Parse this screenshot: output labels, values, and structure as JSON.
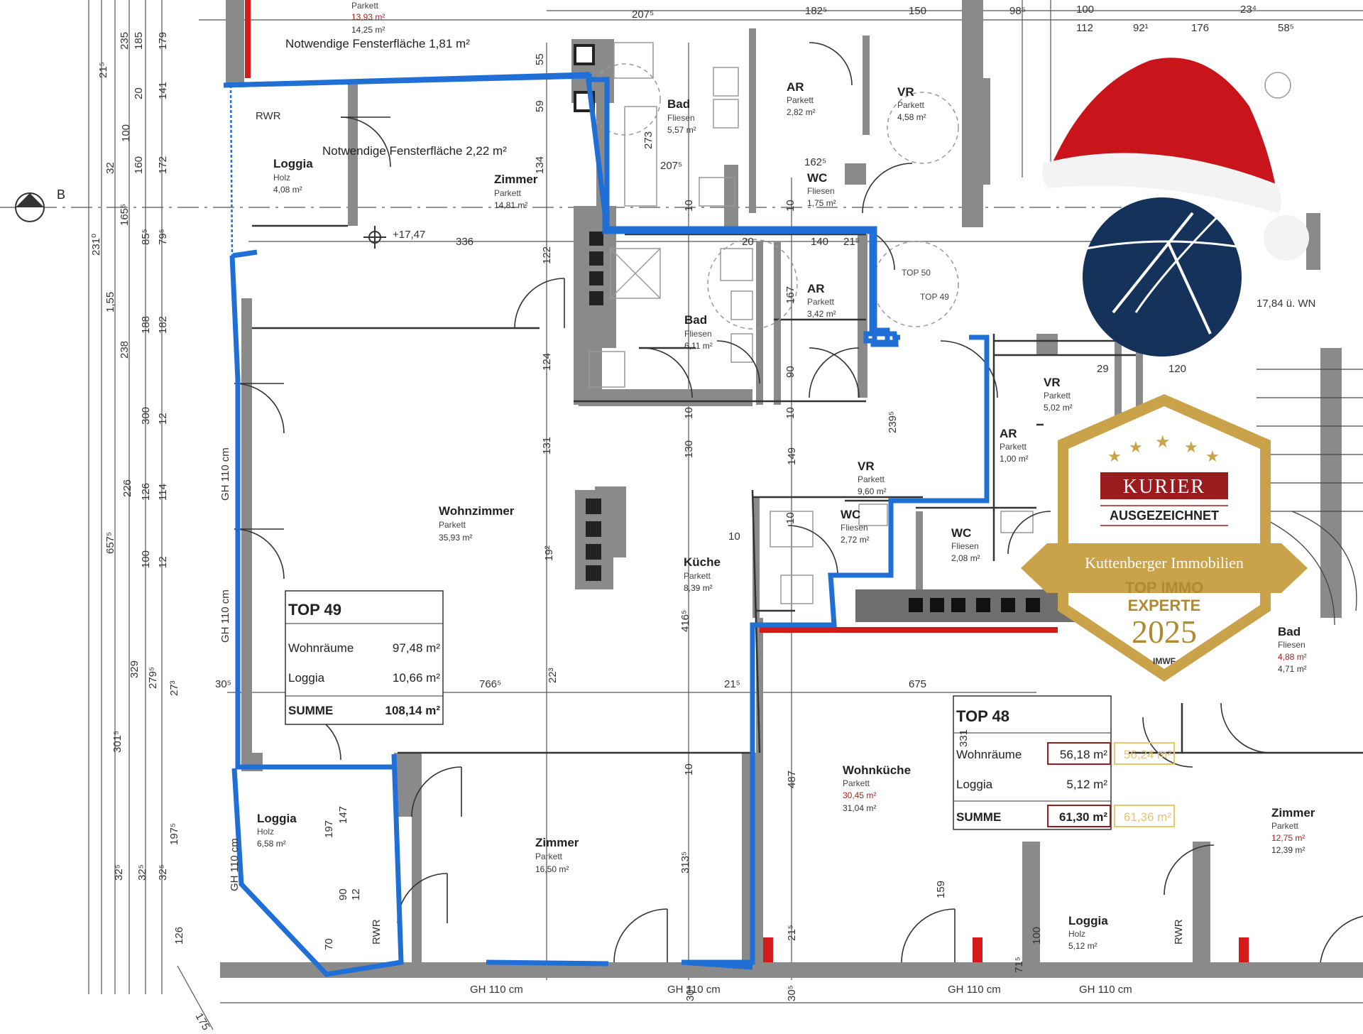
{
  "colors": {
    "outline_blue": "#1f6fd6",
    "wall_gray": "#8a8a8a",
    "red_mark": "#d41b1b",
    "logo_navy": "#14325a",
    "hat_red": "#c8141a",
    "badge_gold": "#c9a24a",
    "badge_red": "#9b1c1f"
  },
  "notes": {
    "window_area_top": "Notwendige Fensterfläche 1,81 m²",
    "window_area_loggia": "Notwendige Fensterfläche 2,22 m²",
    "rwr_top": "RWR",
    "rwr_bottom": "RWR",
    "rwr_right": "RWR",
    "height_mark": "+17,47",
    "top50": "TOP 50",
    "top49_small": "TOP 49",
    "wn_mark": "17,84 ü. WN",
    "section_b": "B",
    "gh1": "GH 110 cm",
    "gh2": "GH 110 cm",
    "gh3": "GH 110 cm",
    "gh4": "GH 110 cm",
    "gh_left1": "GH 110 cm",
    "gh_left2": "GH 110 cm",
    "gh_left3": "GH 110 cm"
  },
  "rooms": [
    {
      "id": "loggia-top",
      "name": "Loggia",
      "floor": "Holz",
      "area": "4,08 m²"
    },
    {
      "id": "zimmer-top",
      "name": "Zimmer",
      "floor": "Parkett",
      "area": "14,81 m²"
    },
    {
      "id": "bad-top",
      "name": "Bad",
      "floor": "Fliesen",
      "area": "5,57 m²"
    },
    {
      "id": "ar-top",
      "name": "AR",
      "floor": "Parkett",
      "area": "2,82 m²"
    },
    {
      "id": "vr-top",
      "name": "VR",
      "floor": "Parkett",
      "area": "4,58 m²"
    },
    {
      "id": "wc-top",
      "name": "WC",
      "floor": "Fliesen",
      "area": "1,75 m²"
    },
    {
      "id": "bad-mid",
      "name": "Bad",
      "floor": "Fliesen",
      "area": "6,11 m²"
    },
    {
      "id": "ar-mid",
      "name": "AR",
      "floor": "Parkett",
      "area": "3,42 m²"
    },
    {
      "id": "wohnzimmer",
      "name": "Wohnzimmer",
      "floor": "Parkett",
      "area": "35,93 m²"
    },
    {
      "id": "vr-mid",
      "name": "VR",
      "floor": "Parkett",
      "area": "9,60 m²"
    },
    {
      "id": "wc-mid",
      "name": "WC",
      "floor": "Fliesen",
      "area": "2,72 m²"
    },
    {
      "id": "kueche",
      "name": "Küche",
      "floor": "Parkett",
      "area": "8,39 m²"
    },
    {
      "id": "vr-right",
      "name": "VR",
      "floor": "Parkett",
      "area": "5,02 m²"
    },
    {
      "id": "ar-right",
      "name": "AR",
      "floor": "Parkett",
      "area": "1,00 m²"
    },
    {
      "id": "wc-right",
      "name": "WC",
      "floor": "Fliesen",
      "area": "2,08 m²"
    },
    {
      "id": "loggia-bottom",
      "name": "Loggia",
      "floor": "Holz",
      "area": "6,58 m²"
    },
    {
      "id": "zimmer-bottom",
      "name": "Zimmer",
      "floor": "Parkett",
      "area": "16,50 m²"
    },
    {
      "id": "wohnkueche",
      "name": "Wohnküche",
      "floor": "Parkett",
      "area": "30,45 m²",
      "area2": "31,04 m²"
    },
    {
      "id": "loggia-48",
      "name": "Loggia",
      "floor": "Holz",
      "area": "5,12 m²"
    },
    {
      "id": "zimmer-right",
      "name": "Zimmer",
      "floor": "Parkett",
      "area": "12,75 m²",
      "area2": "12,39 m²"
    },
    {
      "id": "bad-right",
      "name": "Bad",
      "floor": "Fliesen",
      "area": "4,88 m²",
      "area2": "4,71 m²"
    },
    {
      "id": "top-partial",
      "name": "",
      "floor": "Parkett",
      "area": "13,93 m²",
      "area2": "14,25 m²"
    }
  ],
  "top49": {
    "title": "TOP 49",
    "rows": [
      {
        "label": "Wohnräume",
        "value": "97,48 m²"
      },
      {
        "label": "Loggia",
        "value": "10,66 m²"
      }
    ],
    "sum_label": "SUMME",
    "sum_value": "108,14 m²"
  },
  "top48": {
    "title": "TOP 48",
    "rows": [
      {
        "label": "Wohnräume",
        "value": "56,18 m²",
        "alt": "56,24 m²"
      },
      {
        "label": "Loggia",
        "value": "5,12 m²",
        "alt": ""
      }
    ],
    "sum_label": "SUMME",
    "sum_value": "61,30 m²",
    "sum_alt": "61,36 m²"
  },
  "dims": {
    "d_207a": "207⁵",
    "d_1825": "182⁵",
    "d_150": "150",
    "d_98": "98⁵",
    "d_100": "100",
    "d_234": "23⁴",
    "d_112": "112",
    "d_92": "92¹",
    "d_176": "176",
    "d_58": "58⁵",
    "d_336": "336",
    "d_20a": "20",
    "d_140": "140",
    "d_21": "21⁵",
    "d_162": "162⁵",
    "d_2075b": "207⁵",
    "d_766": "766⁵",
    "d_21b": "21⁵",
    "d_675": "675",
    "d_30": "30⁵",
    "d_120": "120",
    "d_29": "29",
    "d_487": "487",
    "d_331": "331",
    "d_4165": "416⁵",
    "d_3135": "313⁵",
    "d_159": "159",
    "d_149": "149",
    "d_130": "130",
    "d_239": "239⁵",
    "d_223": "22³",
    "d_131": "131",
    "d_124": "124",
    "d_192": "19²",
    "d_122": "122",
    "d_134": "134",
    "d_59": "59",
    "d_55": "55",
    "d_167": "167",
    "d_90": "90",
    "d_273": "273",
    "l_235": "235",
    "l_185": "185",
    "l_175": "179",
    "l_215": "21⁵",
    "l_20": "20",
    "l_141": "141",
    "l_100": "100",
    "l_32": "32",
    "l_160": "160",
    "l_172": "172",
    "l_165": "165⁵",
    "l_85": "85⁵",
    "l_79": "79⁵",
    "l_231": "231⁰",
    "l_155": "1,55",
    "l_188": "188",
    "l_182": "182",
    "l_238": "238",
    "l_300": "300",
    "l_12": "12",
    "l_226": "226",
    "l_126": "126",
    "l_114": "114",
    "l_657": "657⁵",
    "l_100b": "100",
    "l_12b": "12",
    "l_329": "329",
    "l_279": "279⁵",
    "l_273": "27³",
    "l_301": "301⁵",
    "l_197": "197⁵",
    "l_325": "32⁵",
    "l_325b": "32⁵",
    "l_325c": "32⁵",
    "l_126b": "126",
    "l_197b": "197",
    "l_147": "147",
    "l_90": "90",
    "l_12c": "12",
    "l_70": "70",
    "d_10a": "10",
    "d_10b": "10",
    "d_10c": "10",
    "d_10d": "10",
    "d_10e": "10",
    "d_10f": "10",
    "d_10g": "10",
    "d_30b": "30⁵",
    "d_30c": "30⁵",
    "d_21c": "21⁵",
    "d_100c": "100",
    "d_71": "71⁵",
    "d_175": "175"
  },
  "logo": {
    "name": "kuttenberger-logo"
  },
  "badge": {
    "brand": "KURIER",
    "line1": "AUSGEZEICHNET",
    "ribbon": "Kuttenberger Immobilien",
    "line2": "TOP IMMO",
    "line3": "EXPERTE",
    "year": "2025",
    "footer": "IMWF"
  }
}
